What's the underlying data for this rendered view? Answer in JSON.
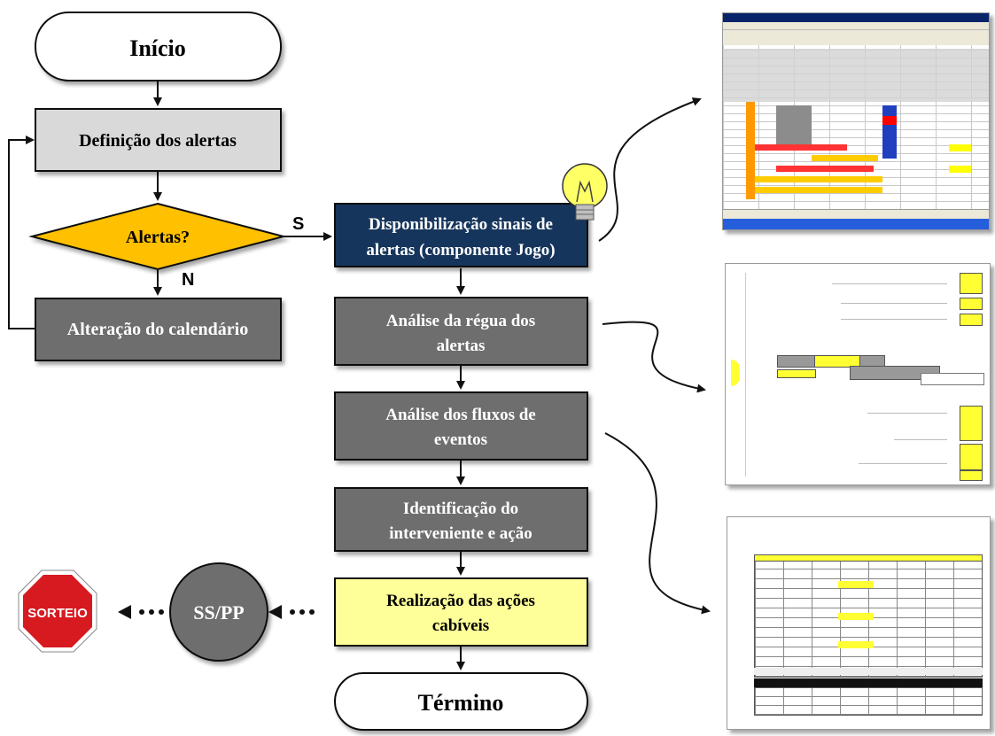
{
  "flow": {
    "start": "Início",
    "define_alerts": "Definição dos alertas",
    "decision": "Alertas?",
    "yes_label": "S",
    "no_label": "N",
    "calendar_change": "Alteração do calendário",
    "signals_line1": "Disponibilização sinais de",
    "signals_line2": "alertas (componente Jogo)",
    "rule_line1": "Análise da régua dos",
    "rule_line2": "alertas",
    "flows_line1": "Análise dos fluxos de",
    "flows_line2": "eventos",
    "identify_line1": "Identificação do",
    "identify_line2": "interveniente e ação",
    "actions_line1": "Realização das ações",
    "actions_line2": "cabíveis",
    "end": "Término",
    "sspp": "SS/PP",
    "sorteio": "SORTEIO"
  },
  "colors": {
    "light_box": "#d9d9d9",
    "dark_box": "#6e6e6e",
    "navy_box": "#16365c",
    "yellow_box": "#ffff99",
    "decision": "#ffc000",
    "stop_red": "#d71920"
  },
  "icons": {
    "lightbulb": "lightbulb-icon",
    "stop_sign": "stop-sign-icon"
  }
}
